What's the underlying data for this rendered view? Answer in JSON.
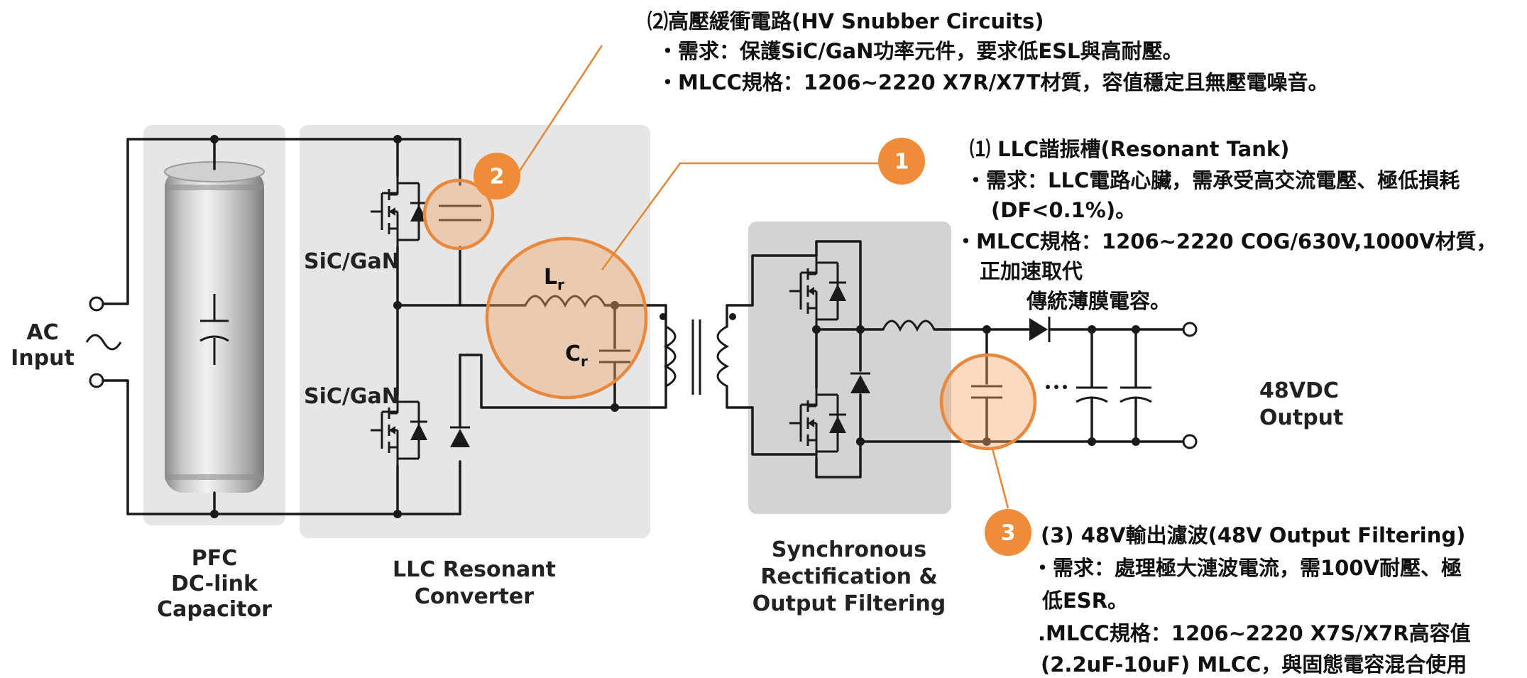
{
  "blocks": {
    "pfc": [
      "PFC",
      "DC-link",
      "Capacitor"
    ],
    "llc": [
      "LLC Resonant",
      "Converter"
    ],
    "sync": [
      "Synchronous",
      "Rectification &",
      "Output Filtering"
    ]
  },
  "input_label": [
    "AC",
    "Input"
  ],
  "output_label": [
    "48VDC",
    "Output"
  ],
  "switch_labels": [
    "SiC/GaN",
    "SiC/GaN"
  ],
  "components": {
    "lr": "L",
    "lr_sub": "r",
    "cr": "C",
    "cr_sub": "r"
  },
  "badges": [
    "2",
    "1",
    "3"
  ],
  "callouts": {
    "c2": [
      "⑵高壓緩衝電路(HV Snubber Circuits)",
      "・需求：保護SiC/GaN功率元件，要求低ESL與高耐壓。",
      "・MLCC規格：1206~2220 X7R/X7T材質，容值穩定且無壓電噪音。"
    ],
    "c1": [
      "⑴ LLC諧振槽(Resonant Tank)",
      "・需求：LLC電路心臟，需承受高交流電壓、極低損耗",
      "(DF<0.1%)。",
      "・MLCC規格：1206~2220 COG/630V,1000V材質，",
      "正加速取代",
      "傳統薄膜電容。"
    ],
    "c3": [
      "(3)  48V輸出濾波(48V Output Filtering)",
      "・需求：處理極大漣波電流，需100V耐壓、極",
      "低ESR。",
      ".MLCC規格：1206~2220 X7S/X7R高容值",
      "(2.2uF-10uF) MLCC，與固態電容混合使用"
    ]
  },
  "colors": {
    "accent": "#ef8c3a",
    "block_bg": "#e6e6e6",
    "wire": "#1a1a1a"
  }
}
